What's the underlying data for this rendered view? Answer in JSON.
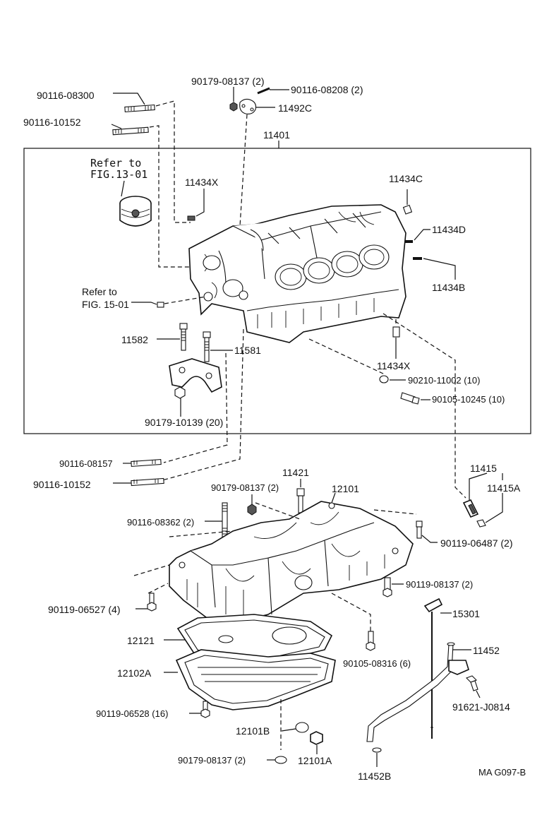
{
  "labels": {
    "p90179_08137_top": "90179-08137 (2)",
    "p90116_08208": "90116-08208 (2)",
    "p90116_08300": "90116-08300",
    "p11492c": "11492C",
    "p90116_10152_top": "90116-10152",
    "p11401": "11401",
    "refer13_line1": "Refer to",
    "refer13_line2": "FIG.13-01",
    "p11434x_top": "11434X",
    "p11434c": "11434C",
    "p11434d": "11434D",
    "p11434b": "11434B",
    "refer15_line1": "Refer to",
    "refer15_line2": "FIG. 15-01",
    "p11582": "11582",
    "p11581": "11581",
    "p11434x_bot": "11434X",
    "p90210_11002": "90210-11002 (10)",
    "p90105_10245": "90105-10245 (10)",
    "p90179_10139": "90179-10139 (20)",
    "p90116_08157": "90116-08157",
    "p90116_10152_bot": "90116-10152",
    "p11421": "11421",
    "p90179_08137_mid": "90179-08137 (2)",
    "p12101": "12101",
    "p11415": "11415",
    "p11415a": "11415A",
    "p90116_08362": "90116-08362 (2)",
    "p90119_06487": "90119-06487 (2)",
    "p90119_08137": "90119-08137 (2)",
    "p90119_06527": "90119-06527 (4)",
    "p15301": "15301",
    "p12121": "12121",
    "p11452": "11452",
    "p90105_08316": "90105-08316 (6)",
    "p12102a": "12102A",
    "p91621_j0814": "91621-J0814",
    "p90119_06528": "90119-06528 (16)",
    "p12101b": "12101B",
    "p90179_08137_bot": "90179-08137 (2)",
    "p12101a": "12101A",
    "p11452b": "11452B",
    "figure_code": "MA G097-B"
  }
}
